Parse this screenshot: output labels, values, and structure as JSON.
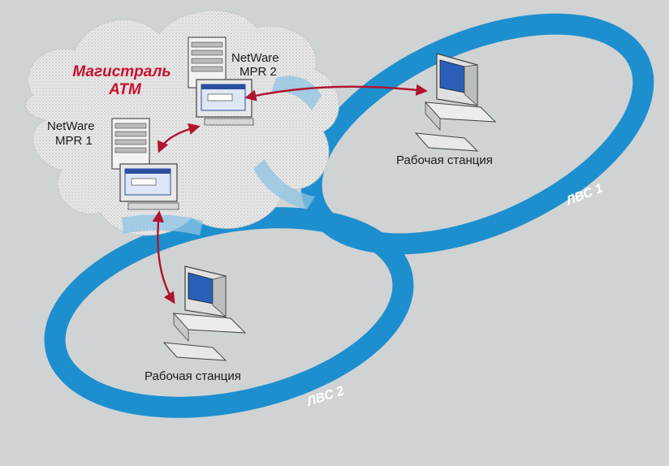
{
  "backbone": {
    "line1": "Магистраль",
    "line2": "ATM",
    "color": "#c8102e"
  },
  "servers": [
    {
      "brand": "NetWare",
      "name": "MPR 2"
    },
    {
      "brand": "NetWare",
      "name": "MPR 1"
    }
  ],
  "workstations": [
    {
      "label": "Рабочая станция"
    },
    {
      "label": "Рабочая станция"
    }
  ],
  "lans": [
    {
      "label": "ЛВС 1"
    },
    {
      "label": "ЛВС 2"
    }
  ],
  "colors": {
    "background": "#d0d3d3",
    "ring": "#1e8fce",
    "ring_overlap": "#8fc3e4",
    "cloud": "#e6e6e6",
    "link": "#b01430"
  }
}
